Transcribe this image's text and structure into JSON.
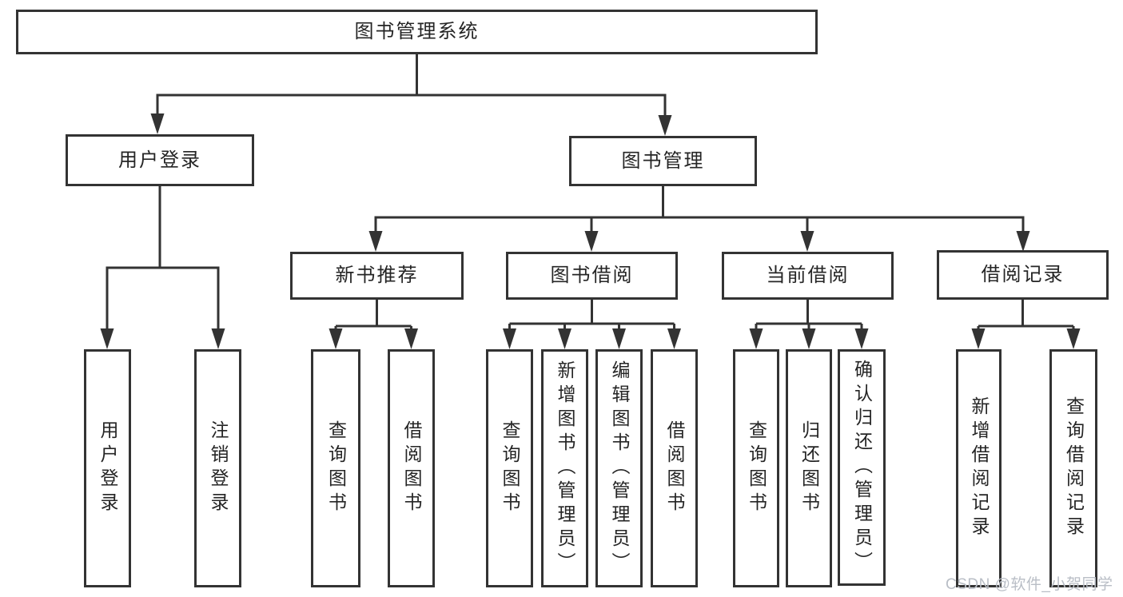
{
  "tree": {
    "label": "图书管理系统",
    "children": [
      {
        "label": "用户登录",
        "children": [
          {
            "label": "用户登录"
          },
          {
            "label": "注销登录"
          }
        ]
      },
      {
        "label": "图书管理",
        "children": [
          {
            "label": "新书推荐",
            "children": [
              {
                "label": "查询图书"
              },
              {
                "label": "借阅图书"
              }
            ]
          },
          {
            "label": "图书借阅",
            "children": [
              {
                "label": "查询图书"
              },
              {
                "label": "新增图书（管理员）"
              },
              {
                "label": "编辑图书（管理员）"
              },
              {
                "label": "借阅图书"
              }
            ]
          },
          {
            "label": "当前借阅",
            "children": [
              {
                "label": "查询图书"
              },
              {
                "label": "归还图书"
              },
              {
                "label": "确认归还（管理员）"
              }
            ]
          },
          {
            "label": "借阅记录",
            "children": [
              {
                "label": "新增借阅记录"
              },
              {
                "label": "查询借阅记录"
              }
            ]
          }
        ]
      }
    ]
  },
  "watermark": "CSDN @软件_小贺同学",
  "colors": {
    "line": "#333333",
    "text": "#252525",
    "watermark": "#b9bec6",
    "background": "#ffffff"
  }
}
